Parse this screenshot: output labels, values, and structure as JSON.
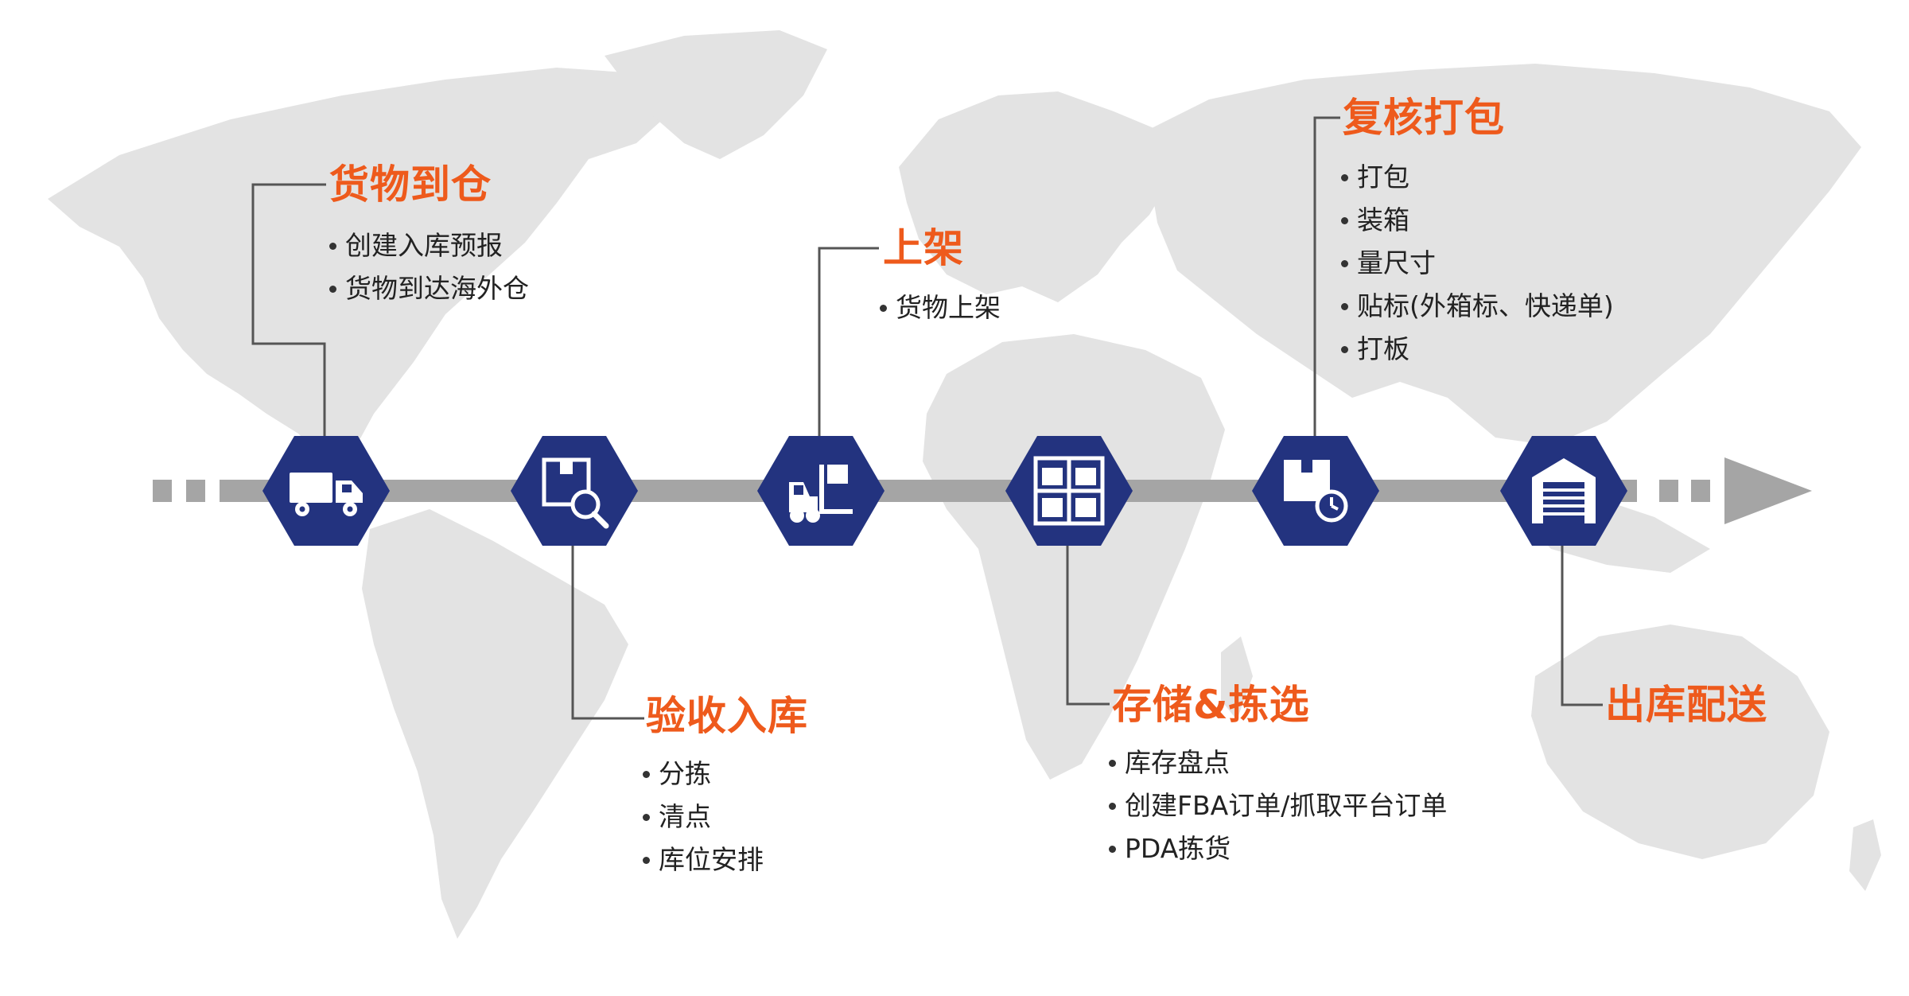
{
  "colors": {
    "accent": "#ee5a1c",
    "hex_fill": "#23337f",
    "timeline": "#a5a5a5",
    "map": "#e3e3e3",
    "text": "#222222"
  },
  "steps": [
    {
      "title": "货物到仓",
      "icon": "truck-icon",
      "items": [
        "创建入库预报",
        "货物到达海外仓"
      ]
    },
    {
      "title": "验收入库",
      "icon": "box-inspect-icon",
      "items": [
        "分拣",
        "清点",
        "库位安排"
      ]
    },
    {
      "title": "上架",
      "icon": "forklift-icon",
      "items": [
        "货物上架"
      ]
    },
    {
      "title": "存储&拣选",
      "icon": "shelf-icon",
      "items": [
        "库存盘点",
        "创建FBA订单/抓取平台订单",
        "PDA拣货"
      ]
    },
    {
      "title": "复核打包",
      "icon": "package-clock-icon",
      "items": [
        "打包",
        "装箱",
        "量尺寸",
        "贴标(外箱标、快递单)",
        "打板"
      ]
    },
    {
      "title": "出库配送",
      "icon": "warehouse-icon",
      "items": []
    }
  ]
}
